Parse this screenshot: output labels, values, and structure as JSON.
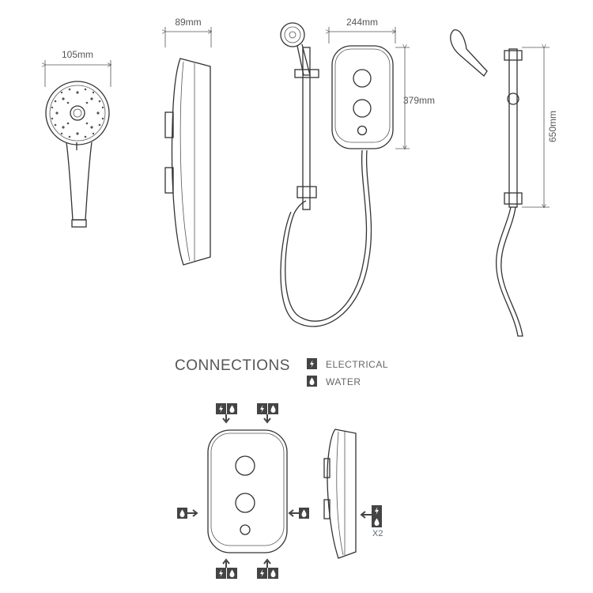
{
  "dimensions": {
    "handset_width": "105mm",
    "unit_depth": "89mm",
    "unit_width": "244mm",
    "unit_height": "379mm",
    "rail_length": "650mm"
  },
  "connections": {
    "title": "CONNECTIONS",
    "legend": [
      {
        "icon": "lightning-icon",
        "label": "ELECTRICAL"
      },
      {
        "icon": "water-drop-icon",
        "label": "WATER"
      }
    ],
    "side_multiplier": "X2"
  },
  "colors": {
    "line": "#333333",
    "icon": "#444444",
    "text": "#555555"
  }
}
